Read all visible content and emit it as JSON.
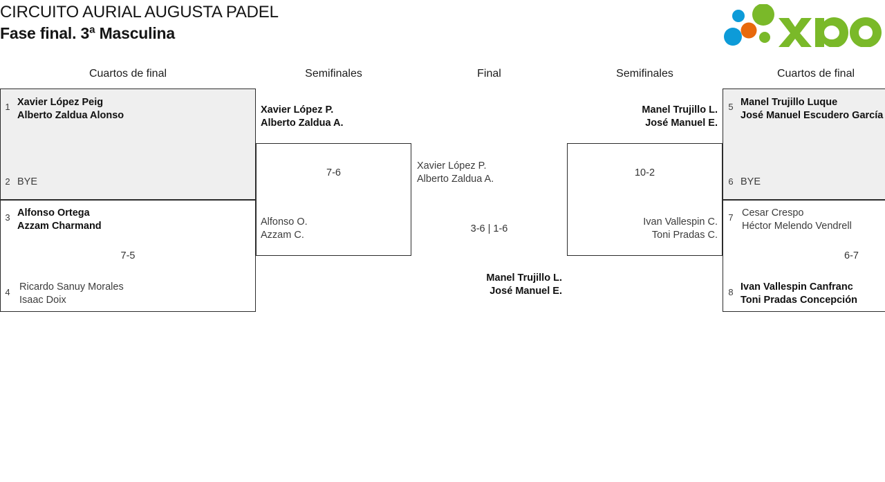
{
  "header": {
    "tournament_title": "CIRCUITO AURIAL AUGUSTA PADEL",
    "phase_title": "Fase final. 3ª Masculina",
    "logo_text": "xporty",
    "logo_colors": {
      "green": "#7ab929",
      "orange": "#e8690b",
      "blue": "#0d9bd8"
    }
  },
  "rounds": [
    {
      "id": "qf-left",
      "label": "Cuartos de final"
    },
    {
      "id": "sf-left",
      "label": "Semifinales"
    },
    {
      "id": "final",
      "label": "Final"
    },
    {
      "id": "sf-right",
      "label": "Semifinales"
    },
    {
      "id": "qf-right",
      "label": "Cuartos de final"
    }
  ],
  "bracket": {
    "quarterfinals_left": [
      {
        "match_id": "qf1",
        "shaded": true,
        "score": "",
        "top": {
          "seed": "1",
          "line1": "Xavier López Peig",
          "line2": "Alberto Zaldua Alonso",
          "winner": true,
          "bye": false
        },
        "bottom": {
          "seed": "2",
          "line1": "BYE",
          "line2": "",
          "winner": false,
          "bye": true
        }
      },
      {
        "match_id": "qf2",
        "shaded": false,
        "score": "7-5",
        "top": {
          "seed": "3",
          "line1": "Alfonso Ortega",
          "line2": "Azzam Charmand",
          "winner": true,
          "bye": false
        },
        "bottom": {
          "seed": "4",
          "line1": "Ricardo Sanuy Morales",
          "line2": "Isaac Doix",
          "winner": false,
          "bye": false
        }
      }
    ],
    "semifinal_left": {
      "match_id": "sf-left",
      "score": "7-6",
      "top": {
        "line1": "Xavier López P.",
        "line2": "Alberto Zaldua A.",
        "winner": true
      },
      "bottom": {
        "line1": "Alfonso O.",
        "line2": "Azzam C.",
        "winner": false
      }
    },
    "final": {
      "match_id": "final",
      "score": "3-6 | 1-6",
      "top": {
        "line1": "Xavier López P.",
        "line2": "Alberto Zaldua A.",
        "winner": false
      },
      "bottom": {
        "line1": "Manel Trujillo L.",
        "line2": "José Manuel E.",
        "winner": true
      }
    },
    "semifinal_right": {
      "match_id": "sf-right",
      "score": "10-2",
      "top": {
        "line1": "Manel Trujillo L.",
        "line2": "José Manuel E.",
        "winner": true
      },
      "bottom": {
        "line1": "Ivan Vallespin C.",
        "line2": "Toni Pradas C.",
        "winner": false
      }
    },
    "quarterfinals_right": [
      {
        "match_id": "qf3",
        "shaded": true,
        "score": "",
        "top": {
          "seed": "5",
          "line1": "Manel Trujillo Luque",
          "line2": "José Manuel Escudero García",
          "winner": true,
          "bye": false
        },
        "bottom": {
          "seed": "6",
          "line1": "BYE",
          "line2": "",
          "winner": false,
          "bye": true
        }
      },
      {
        "match_id": "qf4",
        "shaded": false,
        "score": "6-7",
        "top": {
          "seed": "7",
          "line1": "Cesar Crespo",
          "line2": "Héctor Melendo Vendrell",
          "winner": false,
          "bye": false
        },
        "bottom": {
          "seed": "8",
          "line1": "Ivan Vallespin Canfranc",
          "line2": "Toni Pradas Concepción",
          "winner": true,
          "bye": false
        }
      }
    ]
  }
}
